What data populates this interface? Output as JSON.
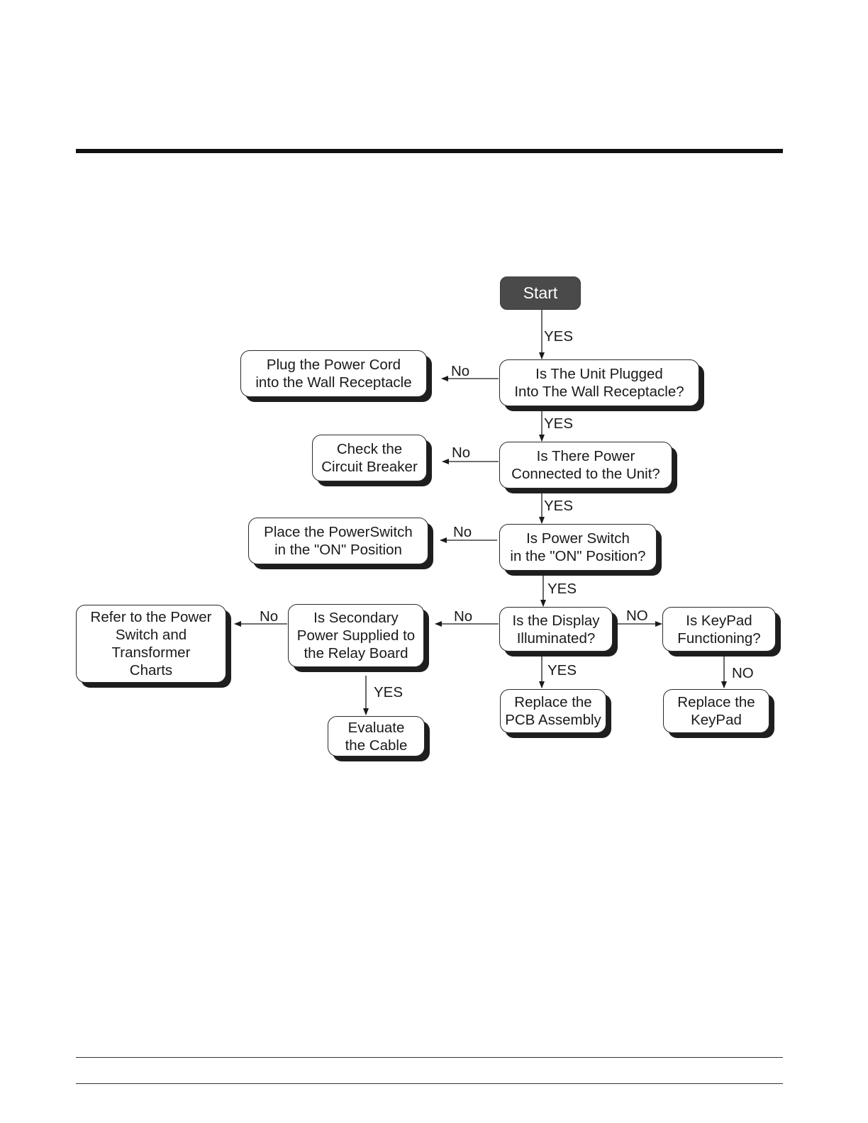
{
  "flowchart": {
    "start": "Start",
    "boxes": {
      "plug_power_cord": "Plug the Power Cord\ninto the Wall Receptacle",
      "is_unit_plugged": "Is The Unit Plugged\nInto The Wall Receptacle?",
      "check_breaker": "Check the\nCircuit Breaker",
      "is_power_connected": "Is There Power\nConnected to the Unit?",
      "place_powerswitch": "Place the PowerSwitch\nin the \"ON\" Position",
      "is_power_switch_on": "Is Power Switch\nin the \"ON\" Position?",
      "refer_charts": "Refer to the Power\nSwitch and\nTransformer\nCharts",
      "is_secondary_power": "Is Secondary\nPower Supplied to\nthe Relay Board",
      "is_display_illuminated": "Is the Display\nIlluminated?",
      "is_keypad_functioning": "Is KeyPad\nFunctioning?",
      "evaluate_cable": "Evaluate\nthe Cable",
      "replace_pcb": "Replace the\nPCB Assembly",
      "replace_keypad": "Replace the\nKeyPad"
    },
    "labels": {
      "yes_start": "YES",
      "no_plugged": "No",
      "yes_plugged": "YES",
      "no_power": "No",
      "yes_power": "YES",
      "no_switch": "No",
      "yes_switch": "YES",
      "no_display": "No",
      "no_secondary": "No",
      "yes_secondary": "YES",
      "yes_display": "YES",
      "no_display_keypad": "NO",
      "no_keypad": "NO"
    }
  }
}
